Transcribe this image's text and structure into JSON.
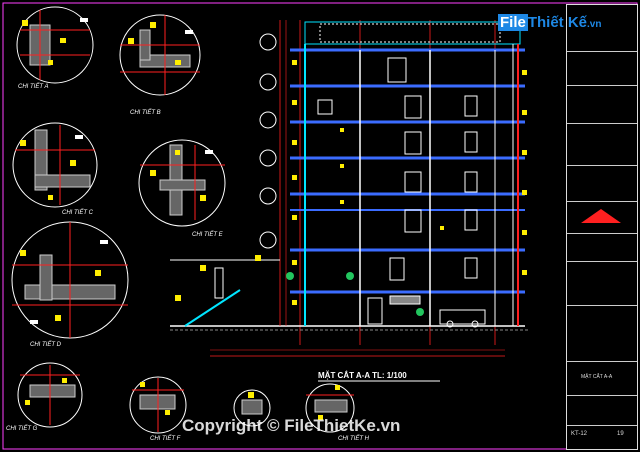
{
  "section_title": "MẶT CẮT A-A   TL: 1/100",
  "details": {
    "a": "CHI TIẾT A",
    "b": "CHI TIẾT B",
    "c": "CHI TIẾT C",
    "d": "CHI TIẾT D",
    "e": "CHI TIẾT E",
    "f": "CHI TIẾT F",
    "g": "CHI TIẾT G",
    "h": "CHI TIẾT H"
  },
  "title_block": {
    "sheet_title": "MẶT CẮT A-A",
    "sheet_code": "KT-12",
    "sheet_number": "19"
  },
  "watermark": {
    "logo_file": "File",
    "logo_rest": "Thiết Kế",
    "logo_domain": ".vn",
    "copyright": "Copyright © FileThietKe.vn"
  },
  "colors": {
    "background": "#000000",
    "lines_white": "#ffffff",
    "lines_red": "#ff2020",
    "lines_yellow": "#ffee00",
    "lines_cyan": "#00e5ff",
    "lines_blue": "#3b6cff",
    "lines_magenta": "#ff40ff",
    "logo_blue": "#1e88e5"
  }
}
